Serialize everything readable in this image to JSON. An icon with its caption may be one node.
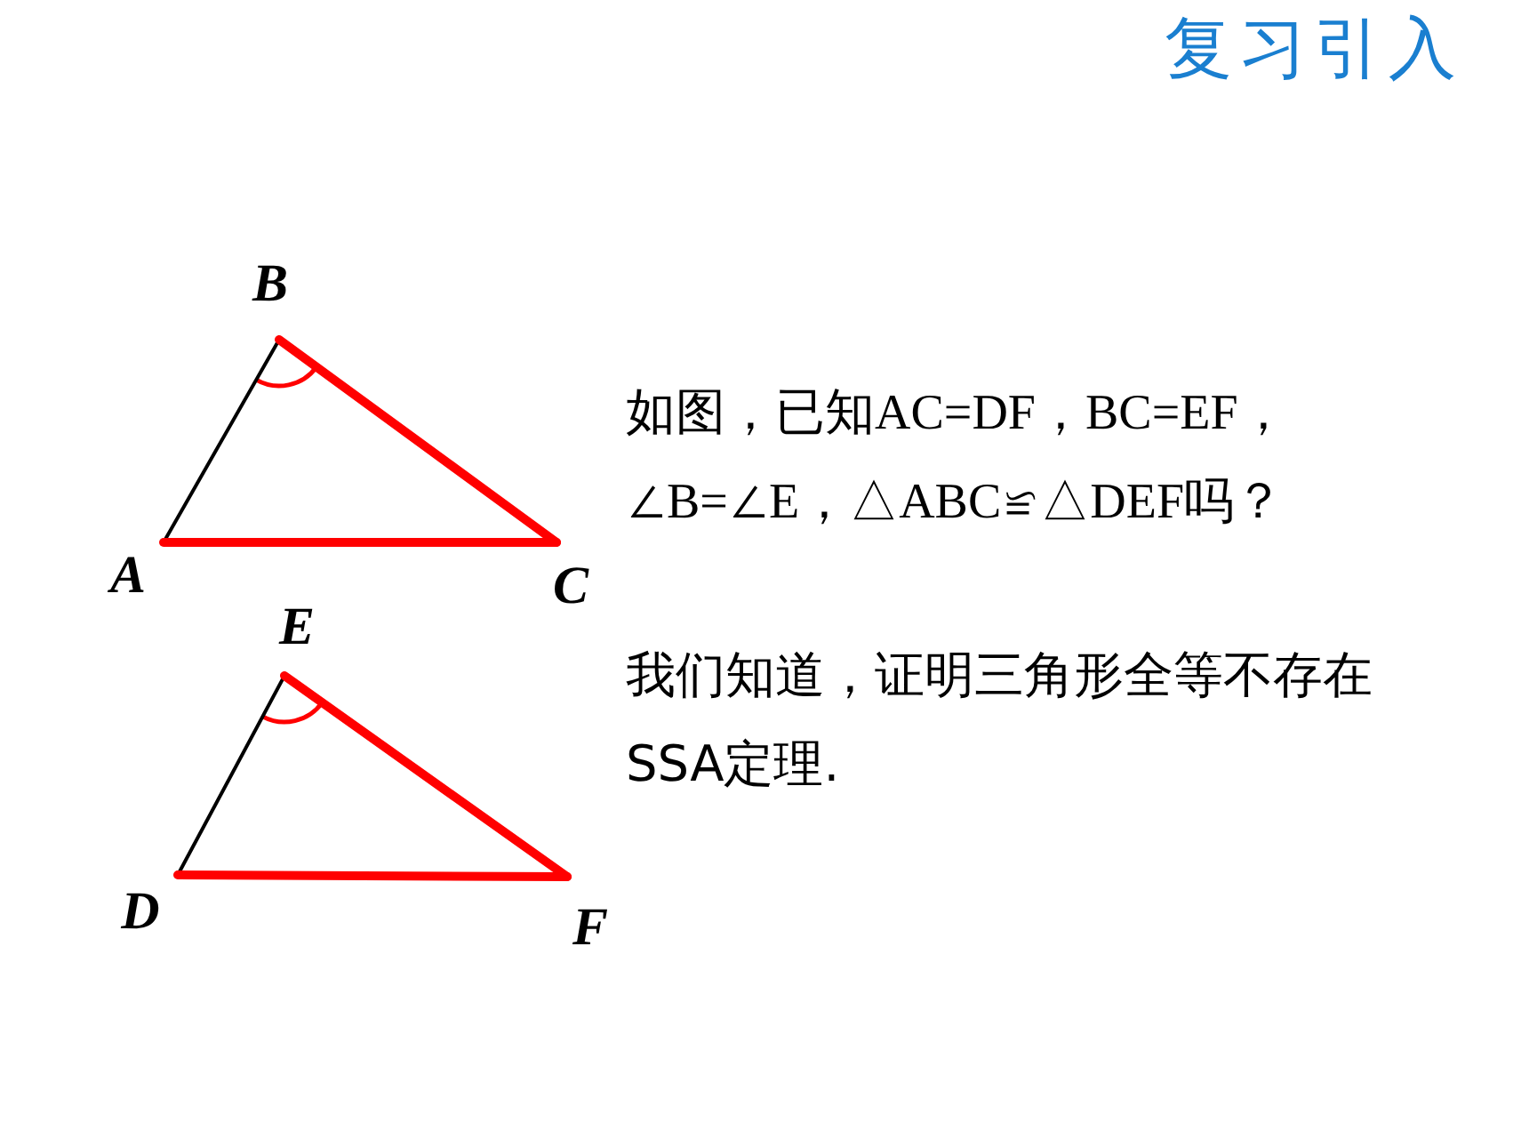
{
  "diagram": {
    "title": "复习引入",
    "nodes": [
      {
        "text": [
          "A"
        ]
      },
      {
        "text": [
          "B"
        ]
      },
      {
        "text": [
          "C"
        ]
      },
      {
        "text": [
          "D"
        ]
      },
      {
        "text": [
          "E"
        ]
      },
      {
        "text": [
          "F"
        ]
      }
    ],
    "edges": [
      {
        "from": 0,
        "to": 1,
        "arrow": "none",
        "color": "#000000"
      },
      {
        "from": 1,
        "to": 2,
        "arrow": "none"
      },
      {
        "from": 0,
        "to": 2,
        "arrow": "none"
      },
      {
        "from": 3,
        "to": 4,
        "arrow": "none",
        "color": "#000000"
      },
      {
        "from": 4,
        "to": 5,
        "arrow": "none"
      },
      {
        "from": 3,
        "to": 5,
        "arrow": "none"
      }
    ],
    "labels": [
      "如图，已知AC=DF，BC=EF，∠B=∠E，△ABC≌△DEF吗？",
      "我们知道，证明三角形全等不存在SSA定理."
    ]
  }
}
